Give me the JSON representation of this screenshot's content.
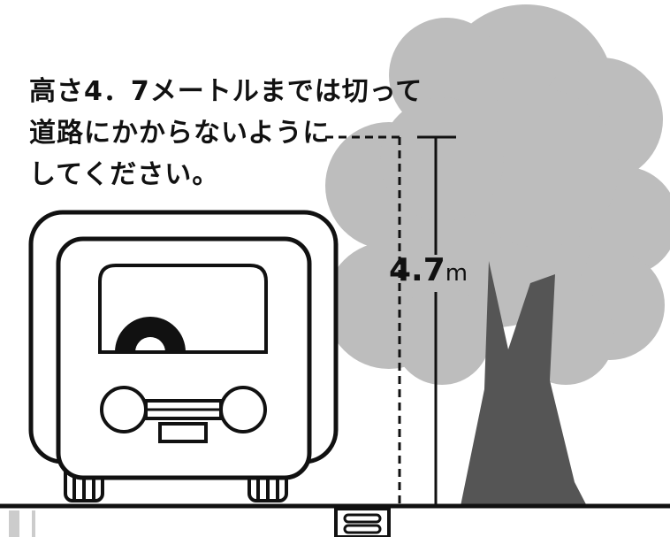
{
  "caption": {
    "line1": "高さ4．7メートルまでは切って",
    "line2": "道路にかからないように",
    "line3": "してください。"
  },
  "measurement": {
    "value": "4.7",
    "unit": "m"
  },
  "colors": {
    "tree_canopy": "#bdbdbd",
    "tree_trunk": "#555555",
    "outline": "#111111",
    "background": "#ffffff"
  },
  "icons": [
    "tree-icon",
    "truck-icon",
    "drain-grate-icon"
  ]
}
